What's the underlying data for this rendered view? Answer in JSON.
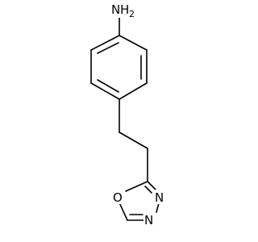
{
  "molecule": {
    "atoms": {
      "amine_N": "N",
      "amine_H": "H",
      "amine_H_count": "2",
      "ring_O": "O",
      "ring_N1": "N",
      "ring_N2": "N"
    },
    "colors": {
      "bond": "#000000",
      "label": "#000000",
      "background": "#ffffff"
    }
  }
}
